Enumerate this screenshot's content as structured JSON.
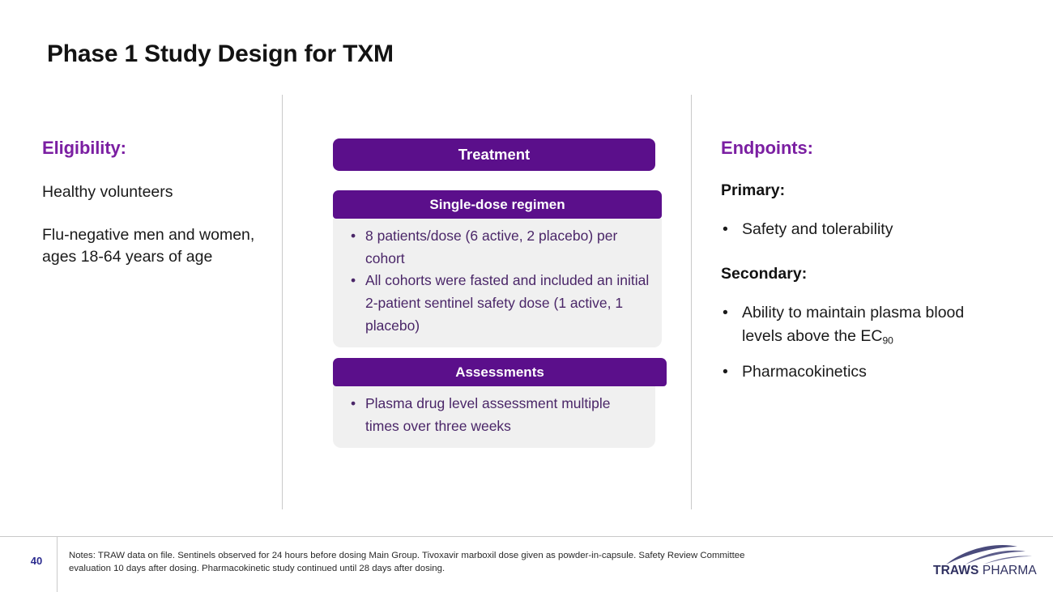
{
  "slide": {
    "title": "Phase 1 Study Design for TXM",
    "page_number": "40"
  },
  "eligibility": {
    "heading": "Eligibility:",
    "paragraphs": [
      "Healthy volunteers",
      "Flu-negative men and women, ages 18-64 years of age"
    ]
  },
  "treatment": {
    "band_label": "Treatment",
    "cards": [
      {
        "header": "Single-dose regimen",
        "bullets": [
          "8 patients/dose (6 active, 2 placebo) per cohort",
          "All cohorts were fasted and included an initial 2-patient sentinel safety dose (1 active, 1 placebo)"
        ]
      },
      {
        "header": "Assessments",
        "bullets": [
          "Plasma drug level assessment multiple times over three weeks"
        ]
      }
    ],
    "bullet_glyph": "•"
  },
  "endpoints": {
    "heading": "Endpoints:",
    "primary": {
      "label": "Primary:",
      "bullets": [
        "Safety and tolerability"
      ]
    },
    "secondary": {
      "label": "Secondary:",
      "bullets_prefix": [
        "Ability to maintain plasma blood levels above the EC",
        "Pharmacokinetics"
      ],
      "subscript": "90"
    },
    "bullet_glyph": "•"
  },
  "footer": {
    "notes_line_1": "Notes: TRAW data on file. Sentinels observed for 24 hours before dosing Main Group. Tivoxavir marboxil dose given as powder-in-capsule. Safety Review Committee",
    "notes_line_2": "evaluation 10 days after dosing. Pharmacokinetic study continued until 28 days after dosing."
  },
  "logo": {
    "brand_bold": "TRAWS",
    "brand_light": " PHARMA"
  },
  "colors": {
    "purple_band": "#5B0F8B",
    "heading_purple": "#7B1FA2",
    "body_purple": "#4A2668",
    "card_body_gray": "#F0F0F0",
    "page_number_navy": "#2B2B8F",
    "logo_navy": "#2F3060"
  }
}
